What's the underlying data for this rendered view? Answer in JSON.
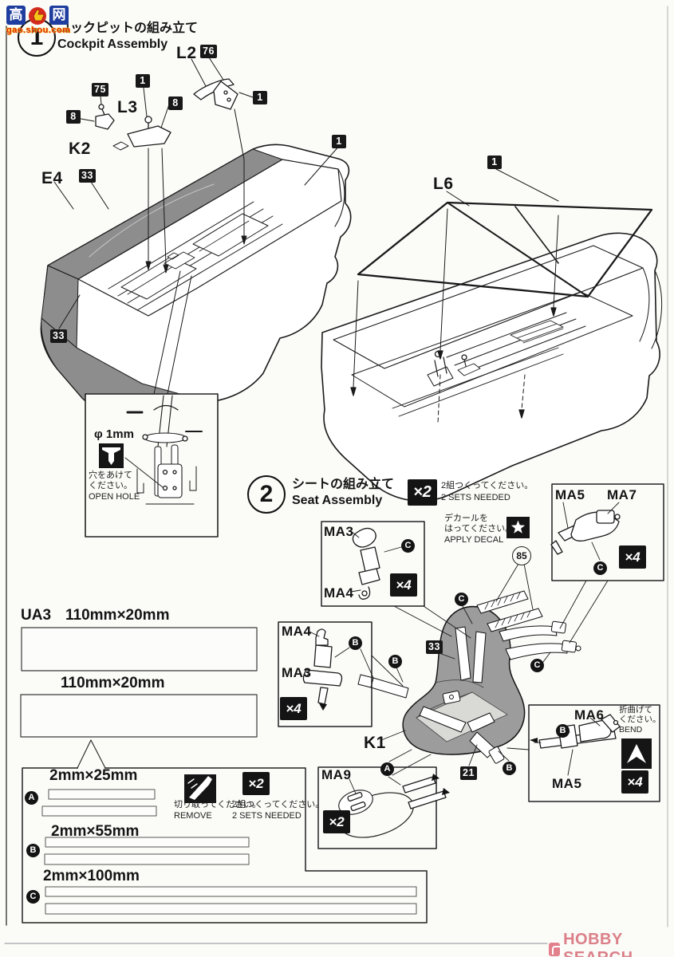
{
  "watermarks": {
    "gao_left": "高",
    "gao_right": "网",
    "gao_site": "gao.shou.com",
    "hobby_search": "HOBBY SEARCH"
  },
  "step1": {
    "number": "1",
    "title_jp": "コックピットの組み立て",
    "title_en": "Cockpit Assembly"
  },
  "step2": {
    "number": "2",
    "title_jp": "シートの組み立て",
    "title_en": "Seat Assembly",
    "multiplier": "×2",
    "sets_jp": "2組つくってください。",
    "sets_en": "2 SETS NEEDED"
  },
  "inset": {
    "size": "φ 1mm",
    "jp1": "穴をあけて",
    "jp2": "ください。",
    "en": "OPEN HOLE"
  },
  "decal": {
    "jp1": "デカールを",
    "jp2": "はってください。",
    "en": "APPLY DECAL",
    "number": "85"
  },
  "bend": {
    "jp1": "折曲げて",
    "jp2": "ください。",
    "en": "BEND"
  },
  "remove": {
    "jp": "切り取ってください。",
    "en": "REMOVE"
  },
  "sets": {
    "jp": "2組つくってください。",
    "en": "2 SETS NEEDED"
  },
  "part_numbers": [
    "76",
    "1",
    "1",
    "75",
    "8",
    "8",
    "33",
    "33",
    "1",
    "1",
    "33",
    "21"
  ],
  "part_codes": [
    "L2",
    "L3",
    "K2",
    "E4",
    "L6",
    "K1",
    "MA3",
    "MA4",
    "MA5",
    "MA7",
    "MA4",
    "MA3",
    "MA6",
    "MA5",
    "MA9"
  ],
  "letters": [
    "C",
    "C",
    "C",
    "B",
    "B",
    "C",
    "B",
    "B",
    "A",
    "A",
    "B",
    "C"
  ],
  "multipliers": [
    "×4",
    "×4",
    "×4",
    "×4",
    "×2",
    "×2"
  ],
  "strips": {
    "ua3_code": "UA3",
    "ua3_size": "110mm×20mm",
    "ua3_size_b": "110mm×20mm",
    "a": "2mm×25mm",
    "b": "2mm×55mm",
    "c": "2mm×100mm"
  }
}
